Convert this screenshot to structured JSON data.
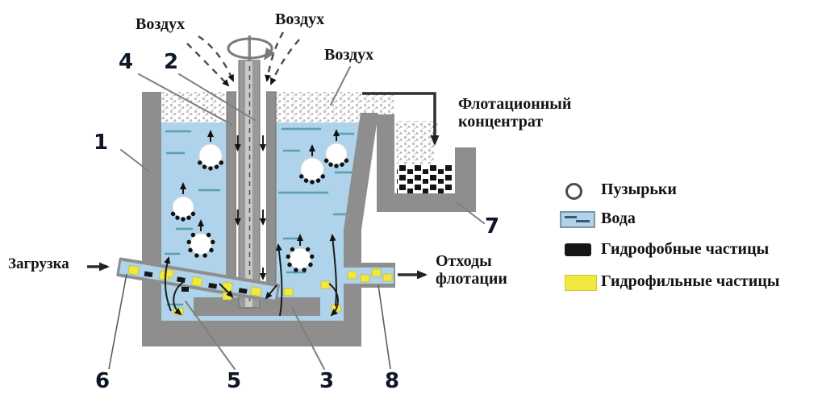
{
  "labels": {
    "air_top_left": "Воздух",
    "air_top_right": "Воздух",
    "air_right": "Воздух",
    "feed": "Загрузка",
    "waste_line1": "Отходы",
    "waste_line2": "флотации",
    "concentrate_line1": "Флотационный",
    "concentrate_line2": "концентрат"
  },
  "parts": [
    "1",
    "2",
    "3",
    "4",
    "5",
    "6",
    "7",
    "8"
  ],
  "legend": {
    "items": [
      {
        "icon": "bubble-icon",
        "label": "Пузырьки"
      },
      {
        "icon": "water-icon",
        "label": "Вода"
      },
      {
        "icon": "hydrophobic-icon",
        "label": "Гидрофобные частицы"
      },
      {
        "icon": "hydrophilic-icon",
        "label": "Гидрофильные частицы"
      }
    ]
  },
  "colors": {
    "water": "#aed3ea",
    "wall": "#8e8e8e",
    "hydrophobic": "#161616",
    "hydrophilic": "#f2e93e",
    "water_dash": "#4f9ca8"
  }
}
